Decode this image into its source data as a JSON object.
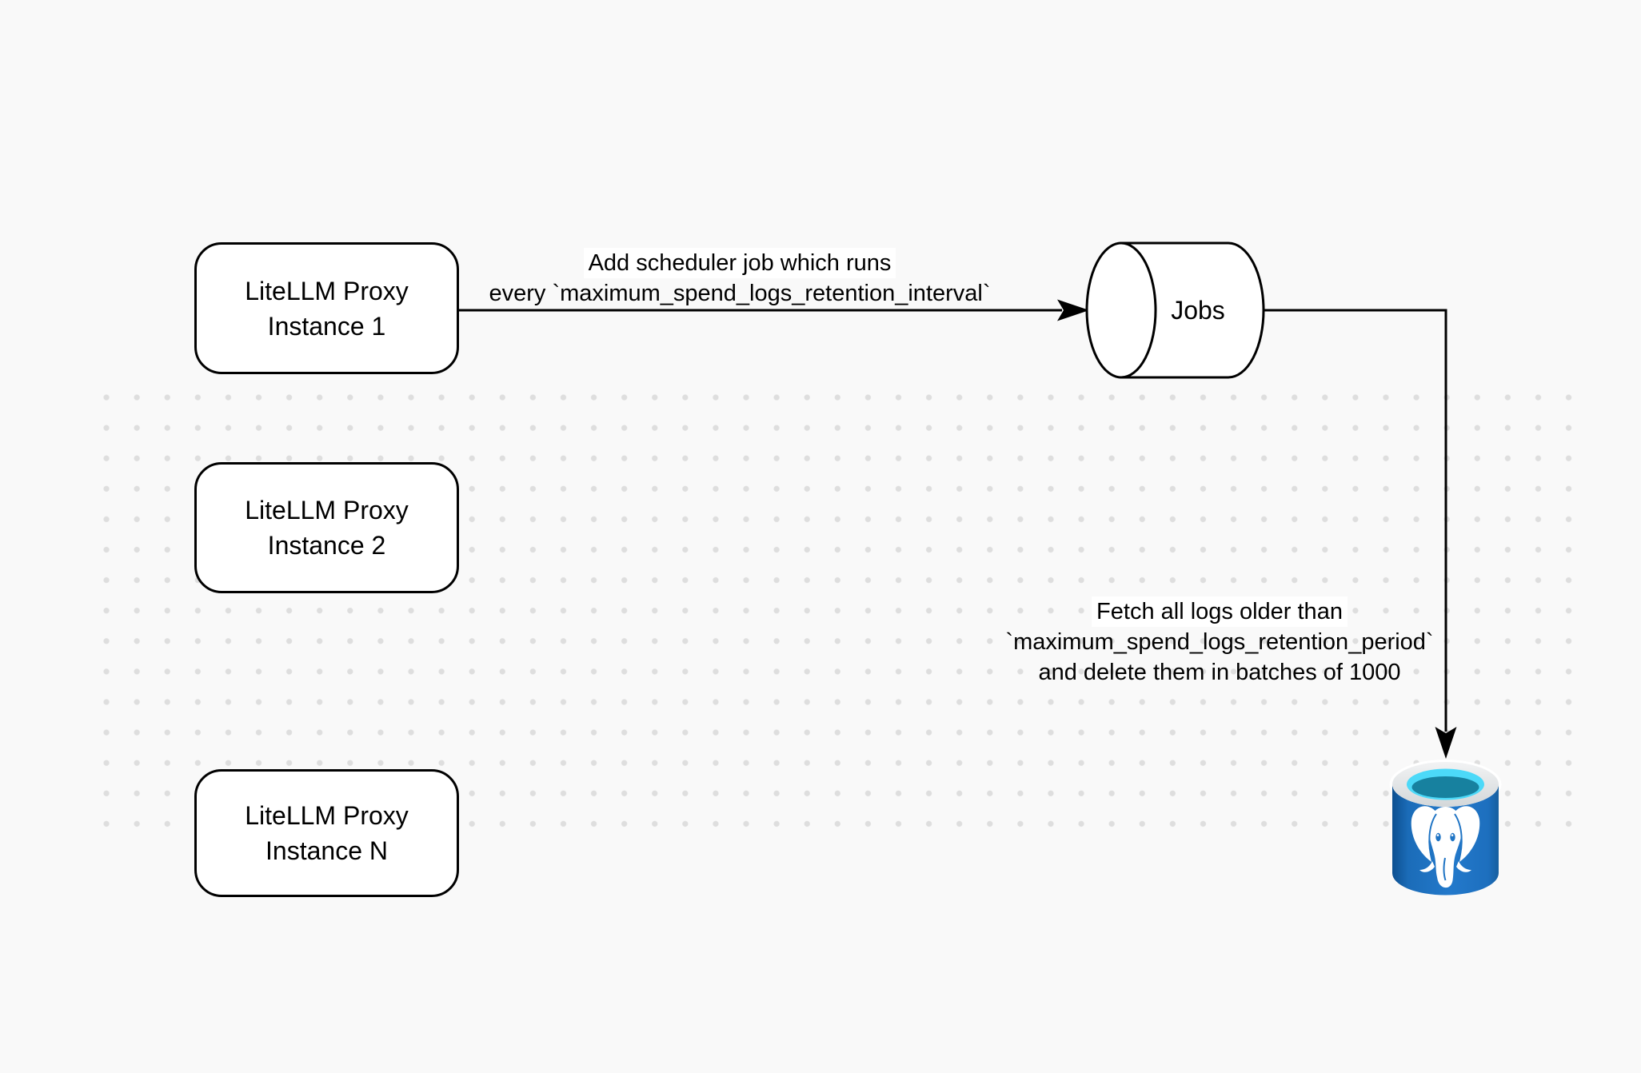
{
  "background": {
    "page_color": "#f9f9f9",
    "dot_color": "#dedede",
    "label_background": "#ffffff"
  },
  "colors": {
    "stroke": "#000000",
    "node_fill": "#ffffff",
    "postgres_blue": "#1f74c4",
    "postgres_blue_dark": "#0d5191",
    "postgres_rim": "#e8eaeb",
    "postgres_cyan": "#4cd9f8",
    "postgres_teal": "#17819f"
  },
  "nodes": {
    "proxy1": {
      "line1": "LiteLLM Proxy",
      "line2": "Instance 1"
    },
    "proxy2": {
      "line1": "LiteLLM Proxy",
      "line2": "Instance 2"
    },
    "proxyN": {
      "line1": "LiteLLM Proxy",
      "line2": "Instance N"
    },
    "jobs": {
      "label": "Jobs"
    }
  },
  "edges": {
    "scheduler": {
      "line1": "Add scheduler job which runs",
      "line2": "every `maximum_spend_logs_retention_interval`"
    },
    "fetch": {
      "line1": "Fetch all logs older than",
      "line2": "`maximum_spend_logs_retention_period`",
      "line3": "and delete them in batches of 1000"
    }
  },
  "icons": {
    "jobs": "datastore-cylinder-icon",
    "postgres": "postgresql-database-icon"
  }
}
